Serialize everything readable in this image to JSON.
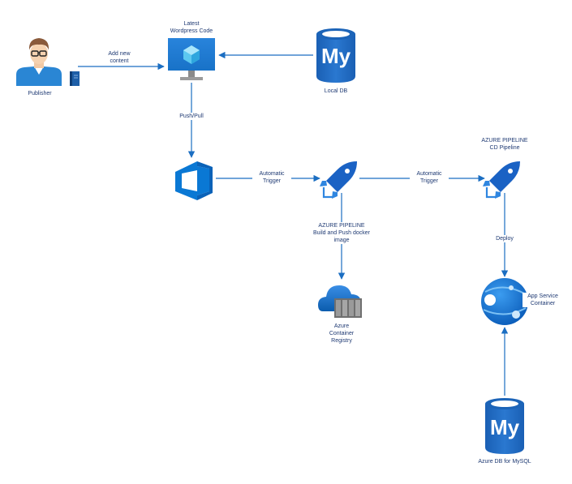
{
  "nodes": {
    "publisher": {
      "label": "Publisher"
    },
    "wordpress": {
      "label_line1": "Latest",
      "label_line2": "Wordpress Code"
    },
    "local_db": {
      "label": "Local DB",
      "logo_text": "My"
    },
    "devops": {},
    "build_pipeline": {
      "label_line1": "AZURE PIPELINE",
      "label_line2": "Build and Push docker",
      "label_line3": "image"
    },
    "cd_pipeline": {
      "label_line1": "AZURE PIPELINE",
      "label_line2": "CD Pipeline"
    },
    "registry": {
      "label_line1": "Azure",
      "label_line2": "Container",
      "label_line3": "Registry"
    },
    "app_service": {
      "label_line1": "App Service",
      "label_line2": "Container"
    },
    "azure_db": {
      "label": "Azure DB for MySQL",
      "logo_text": "My"
    }
  },
  "edges": {
    "add_content": {
      "label_line1": "Add new",
      "label_line2": "content"
    },
    "push_pull": {
      "label": "Push/Pull"
    },
    "trigger1": {
      "label_line1": "Automatic",
      "label_line2": "Trigger"
    },
    "trigger2": {
      "label_line1": "Automatic",
      "label_line2": "Trigger"
    },
    "deploy": {
      "label": "Deploy"
    }
  },
  "colors": {
    "arrow": "#1b6ec2",
    "azure_blue": "#0078d4",
    "mysql_blue": "#1e63b6",
    "label_text": "#1f3a73"
  }
}
